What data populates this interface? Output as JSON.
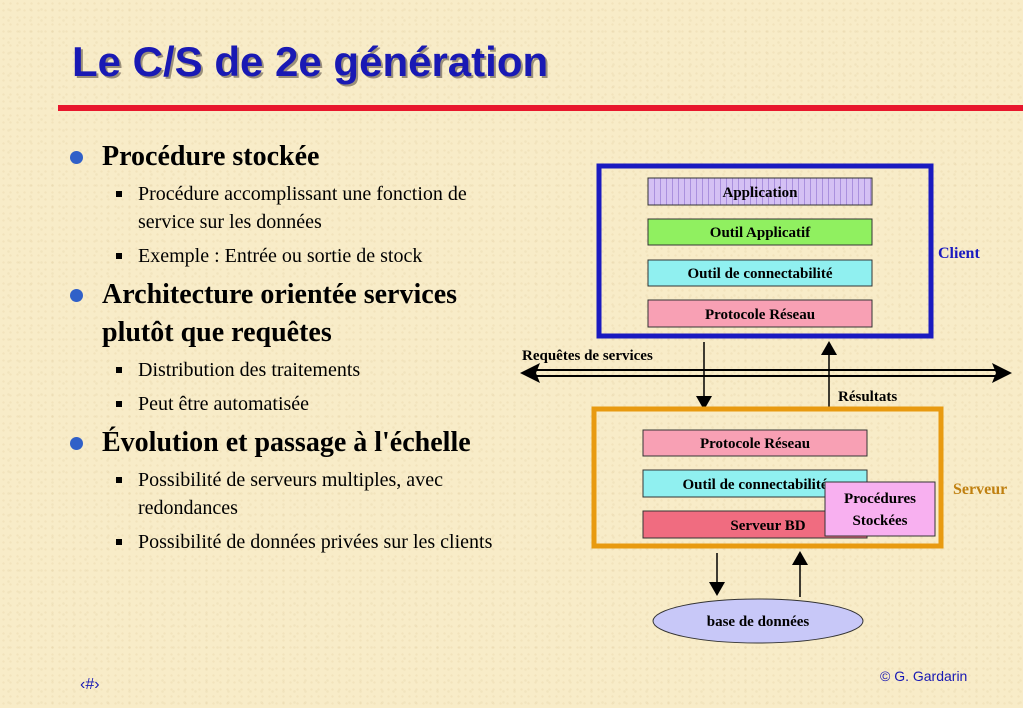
{
  "slide": {
    "title": "Le C/S de 2e génération",
    "bullets": [
      {
        "text": "Procédure stockée",
        "sub": [
          "Procédure accomplissant une fonction de service sur les données",
          "Exemple : Entrée ou sortie de stock"
        ]
      },
      {
        "text": "Architecture orientée services plutôt que requêtes",
        "sub": [
          "Distribution des traitements",
          "Peut être automatisée"
        ]
      },
      {
        "text": "Évolution et passage à l'échelle",
        "sub": [
          "Possibilité de serveurs multiples, avec redondances",
          "Possibilité de données privées sur les clients"
        ]
      }
    ]
  },
  "diagram": {
    "client_label": "Client",
    "server_label": "Serveur",
    "client_layers": [
      "Application",
      "Outil Applicatif",
      "Outil de connectabilité",
      "Protocole Réseau"
    ],
    "server_layers": [
      "Protocole Réseau",
      "Outil de connectabilité",
      "Serveur BD"
    ],
    "procedures_line1": "Procédures",
    "procedures_line2": "Stockées",
    "requests_label": "Requêtes de services",
    "results_label": "Résultats",
    "database_label": "base de données",
    "colors": {
      "client_border": "#1a1ac0",
      "server_border": "#e89a10",
      "application": "#c8b4f0",
      "outil_applicatif": "#90f060",
      "connectabilite": "#90f0f0",
      "protocole": "#f8a0b4",
      "serveur_bd": "#f06c80",
      "procedures": "#f8b0f0",
      "database": "#c8c8f8"
    }
  },
  "footer": {
    "page": "‹#›",
    "copyright": "© G. Gardarin"
  }
}
